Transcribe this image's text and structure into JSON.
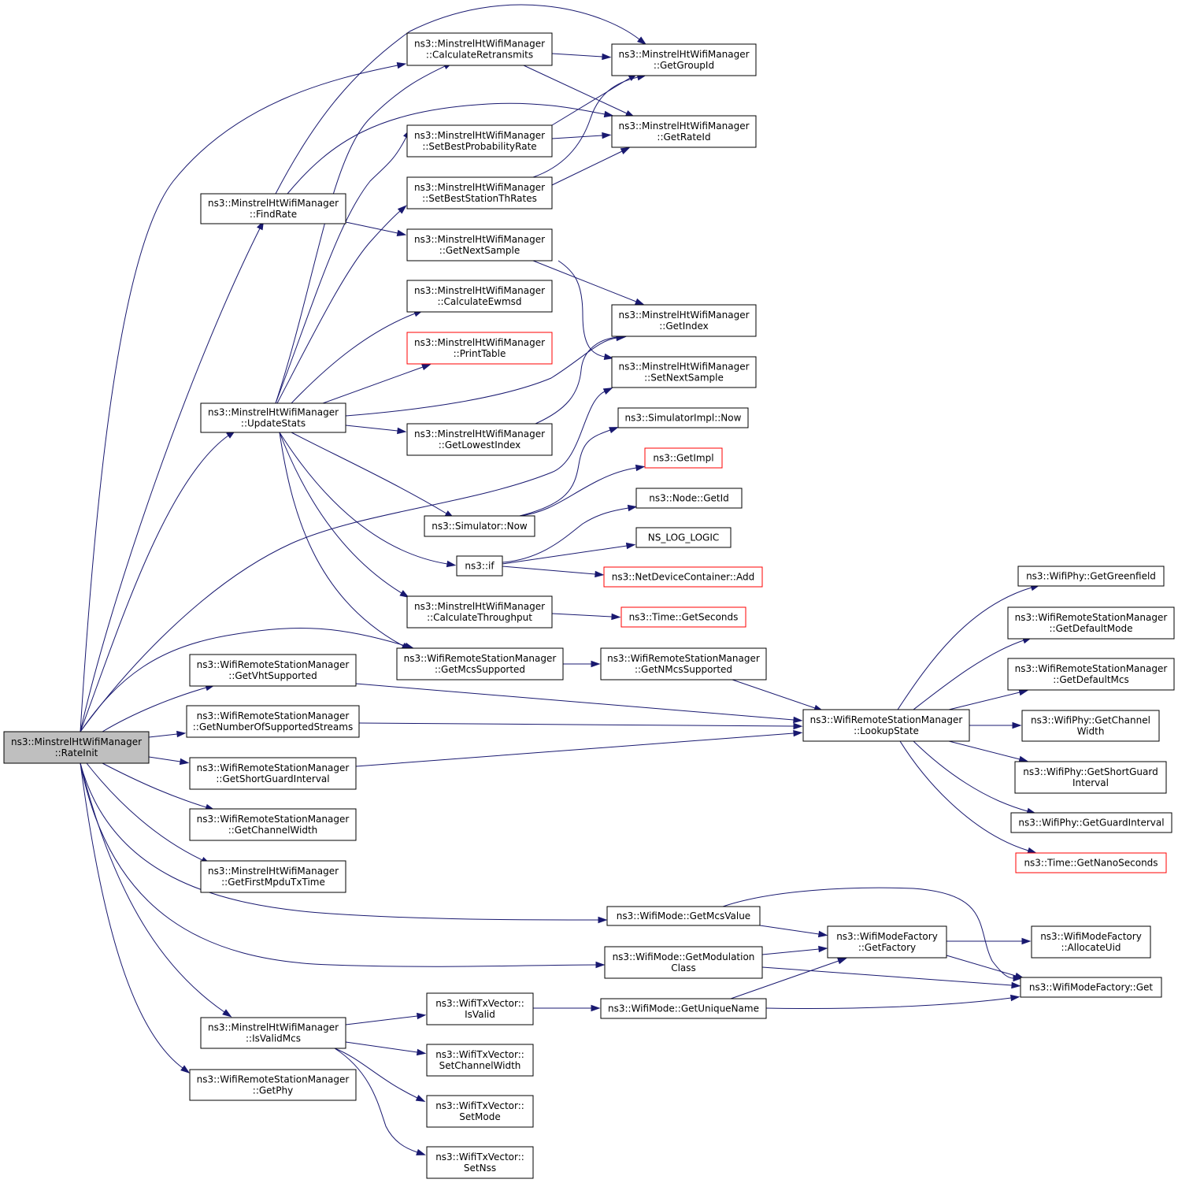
{
  "colors": {
    "edge": "#191970",
    "node_border": "#000000",
    "node_border_truncated": "#ff0000",
    "root_fill": "#bfbfbf",
    "node_fill": "#ffffff"
  },
  "nodes": [
    {
      "id": "rateinit",
      "lines": [
        "ns3::MinstrelHtWifiManager",
        "::RateInit"
      ],
      "root": true
    },
    {
      "id": "findrate",
      "lines": [
        "ns3::MinstrelHtWifiManager",
        "::FindRate"
      ]
    },
    {
      "id": "updatestats",
      "lines": [
        "ns3::MinstrelHtWifiManager",
        "::UpdateStats"
      ]
    },
    {
      "id": "calcretrans",
      "lines": [
        "ns3::MinstrelHtWifiManager",
        "::CalculateRetransmits"
      ]
    },
    {
      "id": "setbestprob",
      "lines": [
        "ns3::MinstrelHtWifiManager",
        "::SetBestProbabilityRate"
      ]
    },
    {
      "id": "setbeststa",
      "lines": [
        "ns3::MinstrelHtWifiManager",
        "::SetBestStationThRates"
      ]
    },
    {
      "id": "getnextsample",
      "lines": [
        "ns3::MinstrelHtWifiManager",
        "::GetNextSample"
      ]
    },
    {
      "id": "calcewmsd",
      "lines": [
        "ns3::MinstrelHtWifiManager",
        "::CalculateEwmsd"
      ]
    },
    {
      "id": "printtable",
      "lines": [
        "ns3::MinstrelHtWifiManager",
        "::PrintTable"
      ],
      "truncated": true
    },
    {
      "id": "getlowestindex",
      "lines": [
        "ns3::MinstrelHtWifiManager",
        "::GetLowestIndex"
      ]
    },
    {
      "id": "simnow",
      "lines": [
        "ns3::Simulator::Now"
      ]
    },
    {
      "id": "if",
      "lines": [
        "ns3::if"
      ]
    },
    {
      "id": "calcthroughput",
      "lines": [
        "ns3::MinstrelHtWifiManager",
        "::CalculateThroughput"
      ]
    },
    {
      "id": "getgroupid",
      "lines": [
        "ns3::MinstrelHtWifiManager",
        "::GetGroupId"
      ]
    },
    {
      "id": "getrateid",
      "lines": [
        "ns3::MinstrelHtWifiManager",
        "::GetRateId"
      ]
    },
    {
      "id": "getindex",
      "lines": [
        "ns3::MinstrelHtWifiManager",
        "::GetIndex"
      ]
    },
    {
      "id": "setnextsample",
      "lines": [
        "ns3::MinstrelHtWifiManager",
        "::SetNextSample"
      ]
    },
    {
      "id": "simimplnow",
      "lines": [
        "ns3::SimulatorImpl::Now"
      ]
    },
    {
      "id": "getimpl",
      "lines": [
        "ns3::GetImpl"
      ],
      "truncated": true
    },
    {
      "id": "nodegetid",
      "lines": [
        "ns3::Node::GetId"
      ]
    },
    {
      "id": "nslog",
      "lines": [
        "NS_LOG_LOGIC"
      ]
    },
    {
      "id": "ndcadd",
      "lines": [
        "ns3::NetDeviceContainer::Add"
      ],
      "truncated": true
    },
    {
      "id": "timegetsec",
      "lines": [
        "ns3::Time::GetSeconds"
      ],
      "truncated": true
    },
    {
      "id": "getmcssupported",
      "lines": [
        "ns3::WifiRemoteStationManager",
        "::GetMcsSupported"
      ]
    },
    {
      "id": "getnmcssupported",
      "lines": [
        "ns3::WifiRemoteStationManager",
        "::GetNMcsSupported"
      ]
    },
    {
      "id": "getvht",
      "lines": [
        "ns3::WifiRemoteStationManager",
        "::GetVhtSupported"
      ]
    },
    {
      "id": "getnss",
      "lines": [
        "ns3::WifiRemoteStationManager",
        "::GetNumberOfSupportedStreams"
      ]
    },
    {
      "id": "getsgi",
      "lines": [
        "ns3::WifiRemoteStationManager",
        "::GetShortGuardInterval"
      ]
    },
    {
      "id": "getcw",
      "lines": [
        "ns3::WifiRemoteStationManager",
        "::GetChannelWidth"
      ]
    },
    {
      "id": "getfirstmpdu",
      "lines": [
        "ns3::MinstrelHtWifiManager",
        "::GetFirstMpduTxTime"
      ]
    },
    {
      "id": "lookupstate",
      "lines": [
        "ns3::WifiRemoteStationManager",
        "::LookupState"
      ]
    },
    {
      "id": "phygreenfield",
      "lines": [
        "ns3::WifiPhy::GetGreenfield"
      ]
    },
    {
      "id": "getdefaultmode",
      "lines": [
        "ns3::WifiRemoteStationManager",
        "::GetDefaultMode"
      ]
    },
    {
      "id": "getdefaultmcs",
      "lines": [
        "ns3::WifiRemoteStationManager",
        "::GetDefaultMcs"
      ]
    },
    {
      "id": "phycw",
      "lines": [
        "ns3::WifiPhy::GetChannel",
        "Width"
      ]
    },
    {
      "id": "physgi",
      "lines": [
        "ns3::WifiPhy::GetShortGuard",
        "Interval"
      ]
    },
    {
      "id": "phygi",
      "lines": [
        "ns3::WifiPhy::GetGuardInterval"
      ]
    },
    {
      "id": "timegetnano",
      "lines": [
        "ns3::Time::GetNanoSeconds"
      ],
      "truncated": true
    },
    {
      "id": "modemcsvalue",
      "lines": [
        "ns3::WifiMode::GetMcsValue"
      ]
    },
    {
      "id": "modemodclass",
      "lines": [
        "ns3::WifiMode::GetModulation",
        "Class"
      ]
    },
    {
      "id": "factorygetfactory",
      "lines": [
        "ns3::WifiModeFactory",
        "::GetFactory"
      ]
    },
    {
      "id": "factoryalloc",
      "lines": [
        "ns3::WifiModeFactory",
        "::AllocateUid"
      ]
    },
    {
      "id": "factoryget",
      "lines": [
        "ns3::WifiModeFactory::Get"
      ]
    },
    {
      "id": "modeuniquename",
      "lines": [
        "ns3::WifiMode::GetUniqueName"
      ]
    },
    {
      "id": "isvalidmcs",
      "lines": [
        "ns3::MinstrelHtWifiManager",
        "::IsValidMcs"
      ]
    },
    {
      "id": "getphy",
      "lines": [
        "ns3::WifiRemoteStationManager",
        "::GetPhy"
      ]
    },
    {
      "id": "txvisvalid",
      "lines": [
        "ns3::WifiTxVector::",
        "IsValid"
      ]
    },
    {
      "id": "txvsetcw",
      "lines": [
        "ns3::WifiTxVector::",
        "SetChannelWidth"
      ]
    },
    {
      "id": "txvsetmode",
      "lines": [
        "ns3::WifiTxVector::",
        "SetMode"
      ]
    },
    {
      "id": "txvsetnss",
      "lines": [
        "ns3::WifiTxVector::",
        "SetNss"
      ]
    }
  ],
  "edges": [
    {
      "from": "rateinit",
      "to": "findrate"
    },
    {
      "from": "rateinit",
      "to": "calcretrans"
    },
    {
      "from": "rateinit",
      "to": "updatestats"
    },
    {
      "from": "rateinit",
      "to": "getindex"
    },
    {
      "from": "rateinit",
      "to": "getmcssupported"
    },
    {
      "from": "rateinit",
      "to": "getvht"
    },
    {
      "from": "rateinit",
      "to": "getnss"
    },
    {
      "from": "rateinit",
      "to": "getsgi"
    },
    {
      "from": "rateinit",
      "to": "getcw"
    },
    {
      "from": "rateinit",
      "to": "getfirstmpdu"
    },
    {
      "from": "rateinit",
      "to": "modemcsvalue"
    },
    {
      "from": "rateinit",
      "to": "modemodclass"
    },
    {
      "from": "rateinit",
      "to": "isvalidmcs"
    },
    {
      "from": "rateinit",
      "to": "getphy"
    },
    {
      "from": "findrate",
      "to": "getgroupid"
    },
    {
      "from": "findrate",
      "to": "getrateid"
    },
    {
      "from": "findrate",
      "to": "getnextsample"
    },
    {
      "from": "calcretrans",
      "to": "getgroupid"
    },
    {
      "from": "calcretrans",
      "to": "getrateid"
    },
    {
      "from": "setbestprob",
      "to": "getgroupid"
    },
    {
      "from": "setbestprob",
      "to": "getrateid"
    },
    {
      "from": "setbeststa",
      "to": "getgroupid"
    },
    {
      "from": "setbeststa",
      "to": "getrateid"
    },
    {
      "from": "getnextsample",
      "to": "getindex"
    },
    {
      "from": "getnextsample",
      "to": "setnextsample"
    },
    {
      "from": "getlowestindex",
      "to": "getindex"
    },
    {
      "from": "updatestats",
      "to": "calcretrans"
    },
    {
      "from": "updatestats",
      "to": "setbestprob"
    },
    {
      "from": "updatestats",
      "to": "setbeststa"
    },
    {
      "from": "updatestats",
      "to": "calcewmsd"
    },
    {
      "from": "updatestats",
      "to": "printtable"
    },
    {
      "from": "updatestats",
      "to": "getindex"
    },
    {
      "from": "updatestats",
      "to": "getlowestindex"
    },
    {
      "from": "updatestats",
      "to": "simnow"
    },
    {
      "from": "updatestats",
      "to": "if"
    },
    {
      "from": "updatestats",
      "to": "calcthroughput"
    },
    {
      "from": "updatestats",
      "to": "getmcssupported"
    },
    {
      "from": "simnow",
      "to": "simimplnow"
    },
    {
      "from": "simnow",
      "to": "getimpl"
    },
    {
      "from": "if",
      "to": "nodegetid"
    },
    {
      "from": "if",
      "to": "nslog"
    },
    {
      "from": "if",
      "to": "ndcadd"
    },
    {
      "from": "calcthroughput",
      "to": "timegetsec"
    },
    {
      "from": "getmcssupported",
      "to": "getnmcssupported"
    },
    {
      "from": "getnmcssupported",
      "to": "lookupstate"
    },
    {
      "from": "getvht",
      "to": "lookupstate"
    },
    {
      "from": "getnss",
      "to": "lookupstate"
    },
    {
      "from": "getsgi",
      "to": "lookupstate"
    },
    {
      "from": "lookupstate",
      "to": "phygreenfield"
    },
    {
      "from": "lookupstate",
      "to": "getdefaultmode"
    },
    {
      "from": "lookupstate",
      "to": "getdefaultmcs"
    },
    {
      "from": "lookupstate",
      "to": "phycw"
    },
    {
      "from": "lookupstate",
      "to": "physgi"
    },
    {
      "from": "lookupstate",
      "to": "phygi"
    },
    {
      "from": "lookupstate",
      "to": "timegetnano"
    },
    {
      "from": "modemcsvalue",
      "to": "factorygetfactory"
    },
    {
      "from": "modemcsvalue",
      "to": "factoryget"
    },
    {
      "from": "modemodclass",
      "to": "factorygetfactory"
    },
    {
      "from": "modemodclass",
      "to": "factoryget"
    },
    {
      "from": "factorygetfactory",
      "to": "factoryalloc"
    },
    {
      "from": "factorygetfactory",
      "to": "factoryget"
    },
    {
      "from": "modeuniquename",
      "to": "factorygetfactory"
    },
    {
      "from": "modeuniquename",
      "to": "factoryget"
    },
    {
      "from": "isvalidmcs",
      "to": "txvisvalid"
    },
    {
      "from": "isvalidmcs",
      "to": "txvsetcw"
    },
    {
      "from": "isvalidmcs",
      "to": "txvsetmode"
    },
    {
      "from": "isvalidmcs",
      "to": "txvsetnss"
    },
    {
      "from": "txvisvalid",
      "to": "modeuniquename"
    }
  ]
}
